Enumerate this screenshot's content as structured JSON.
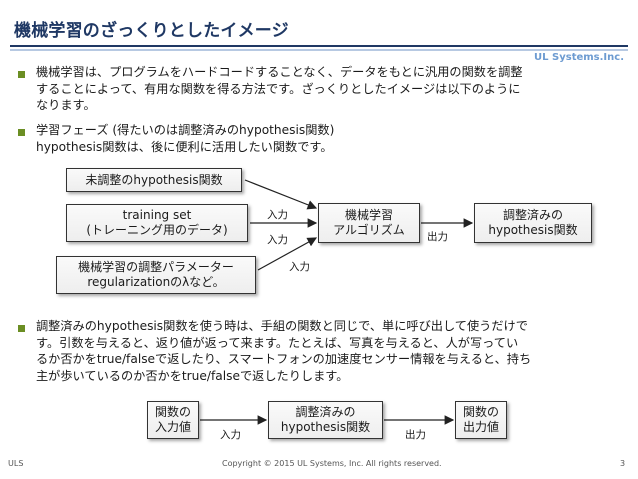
{
  "slide": {
    "title": "機械学習のざっくりとしたイメージ",
    "logo": "UL Systems.Inc."
  },
  "bullets": [
    {
      "lines": [
        "機械学習は、プログラムをハードコードすることなく、データをもとに汎用の関数を調整",
        "することによって、有用な関数を得る方法です。ざっくりとしたイメージは以下のように",
        "なります。"
      ]
    },
    {
      "lines": [
        "学習フェーズ (得たいのは調整済みのhypothesis関数)",
        "hypothesis関数は、後に便利に活用したい関数です。"
      ]
    },
    {
      "lines": [
        "調整済みのhypothesis関数を使う時は、手組の関数と同じで、単に呼び出して使うだけで",
        "す。引数を与えると、返り値が返って来ます。たとえば、写真を与えると、人が写ってい",
        "るか否かをtrue/falseで返したり、スマートフォンの加速度センサー情報を与えると、持ち",
        "主が歩いているのか否かをtrue/falseで返したりします。"
      ]
    }
  ],
  "diagram1": {
    "unadjusted": [
      "未調整のhypothesis関数"
    ],
    "training": [
      "training set",
      "(トレーニング用のデータ)"
    ],
    "params": [
      "機械学習の調整パラメーター",
      "regularizationのλなど。"
    ],
    "ml": [
      "機械学習",
      "アルゴリズム"
    ],
    "adjusted": [
      "調整済みの",
      "hypothesis関数"
    ],
    "input_label": "入力",
    "output_label": "出力"
  },
  "diagram2": {
    "input_value": [
      "関数の",
      "入力値"
    ],
    "adjusted": [
      "調整済みの",
      "hypothesis関数"
    ],
    "output_value": [
      "関数の",
      "出力値"
    ],
    "input_label": "入力",
    "output_label": "出力"
  },
  "footer": {
    "left": "ULS",
    "center": "Copyright © 2015 UL Systems, Inc.  All rights reserved.",
    "page": "3"
  },
  "colors": {
    "title": "#1f3864",
    "bullet": "#6b8e23",
    "logo": "#6d9bd1"
  }
}
